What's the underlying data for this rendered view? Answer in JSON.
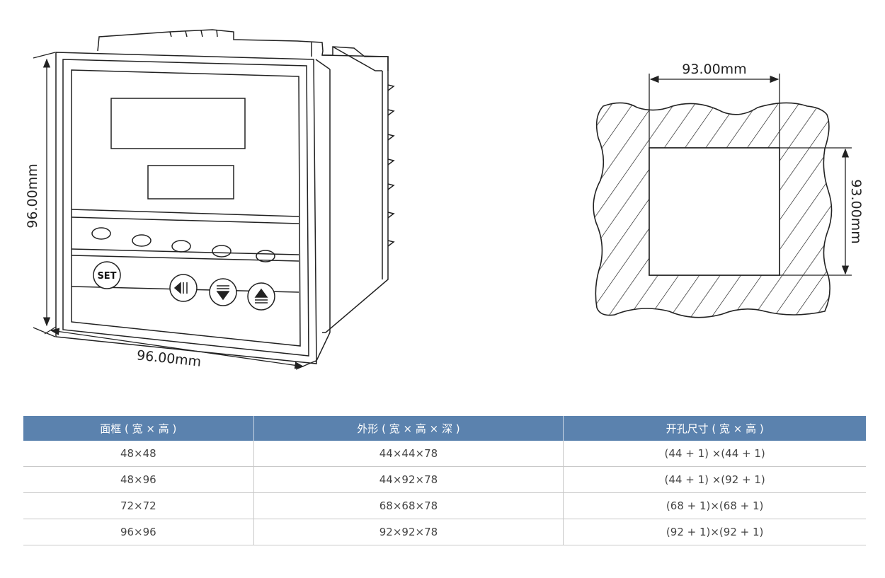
{
  "diagram": {
    "device_width_label": "96.00mm",
    "device_height_label": "96.00mm",
    "cutout_width_label": "93.00mm",
    "cutout_height_label": "93.00mm",
    "set_button_label": "SET"
  },
  "table": {
    "headers": [
      "面框 ( 宽 × 高 )",
      "外形 ( 宽 × 高 × 深 )",
      "开孔尺寸 ( 宽 × 高 )"
    ],
    "rows": [
      [
        "48×48",
        "44×44×78",
        "(44 + 1) ×(44 + 1)"
      ],
      [
        "48×96",
        "44×92×78",
        "(44 + 1) ×(92 + 1)"
      ],
      [
        "72×72",
        "68×68×78",
        "(68 + 1)×(68 + 1)"
      ],
      [
        "96×96",
        "92×92×78",
        "(92 + 1)×(92 + 1)"
      ]
    ],
    "header_color": "#5b82ae"
  }
}
